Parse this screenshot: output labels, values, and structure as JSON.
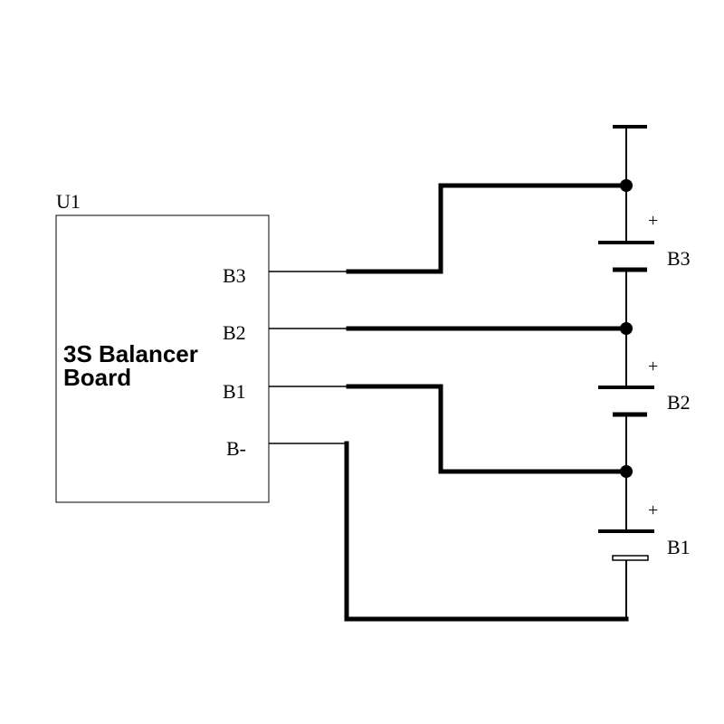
{
  "module": {
    "designator": "U1",
    "title_line1": "3S Balancer",
    "title_line2": "Board",
    "pins": [
      "B3",
      "B2",
      "B1",
      "B-"
    ]
  },
  "cells": [
    {
      "name": "B3",
      "polarity": "+"
    },
    {
      "name": "B2",
      "polarity": "+"
    },
    {
      "name": "B1",
      "polarity": "+"
    }
  ],
  "colors": {
    "wire": "#000000",
    "background": "#ffffff"
  }
}
